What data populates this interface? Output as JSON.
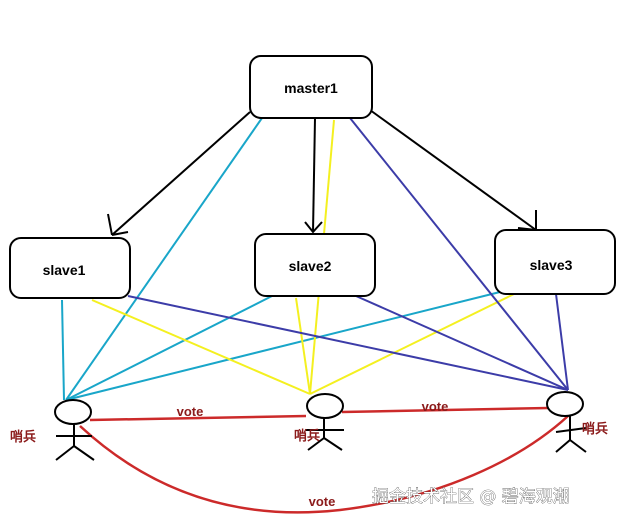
{
  "nodes": {
    "master": "master1",
    "slaves": [
      "slave1",
      "slave2",
      "slave3"
    ]
  },
  "sentinels": [
    "哨兵",
    "哨兵",
    "哨兵"
  ],
  "votes": [
    "vote",
    "vote",
    "vote"
  ],
  "watermark": "掘金技术社区 @ 碧海观潮",
  "colors": {
    "replication": "#000000",
    "cyan_link": "#19a6c9",
    "yellow_link": "#f4f020",
    "blue_link": "#3c3ca8",
    "vote_link": "#cc2a2a",
    "label": "#8b1a1a"
  }
}
